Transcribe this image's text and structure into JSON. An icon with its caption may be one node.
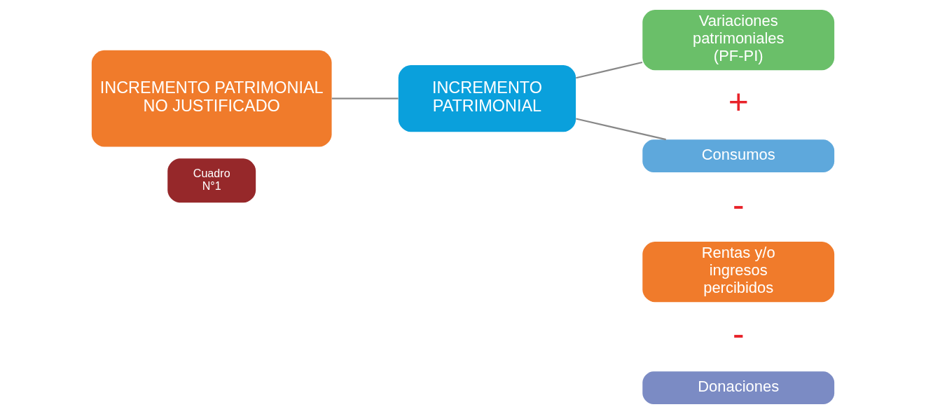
{
  "diagram": {
    "nodes": [
      {
        "text": [
          "Cuadro N°1"
        ]
      },
      {
        "text": [
          "INCREMENTO PATRIMONIAL NO JUSTIFICADO"
        ]
      },
      {
        "text": [
          "INCREMENTO PATRIMONIAL"
        ]
      },
      {
        "text": [
          "Variaciones patrimoniales (PF-PI)"
        ]
      },
      {
        "text": [
          "Consumos"
        ]
      },
      {
        "text": [
          "Rentas y/o ingresos percibidos"
        ]
      },
      {
        "text": [
          "Donaciones"
        ]
      }
    ],
    "edges": [
      {
        "from": 1,
        "to": 2,
        "arrow": "none"
      },
      {
        "from": 2,
        "to": 3,
        "arrow": "none"
      },
      {
        "from": 2,
        "to": 4,
        "arrow": "none"
      }
    ],
    "labels": [
      "+",
      "-",
      "-"
    ]
  }
}
